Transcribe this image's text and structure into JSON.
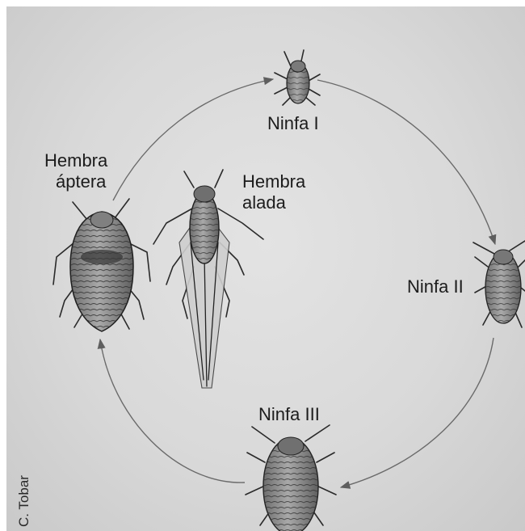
{
  "labels": {
    "ninfa_1": "Ninfa I",
    "ninfa_2": "Ninfa II",
    "ninfa_3": "Ninfa III",
    "hembra_aptera_line1": "Hembra",
    "hembra_aptera_line2": "áptera",
    "hembra_alada_line1": "Hembra",
    "hembra_alada_line2": "alada"
  },
  "credit": "C. Tobar",
  "colors": {
    "paper": "#dcdcdc",
    "ink": "#222222",
    "arrow": "#6a6a6a",
    "text": "#1c1c1c"
  }
}
